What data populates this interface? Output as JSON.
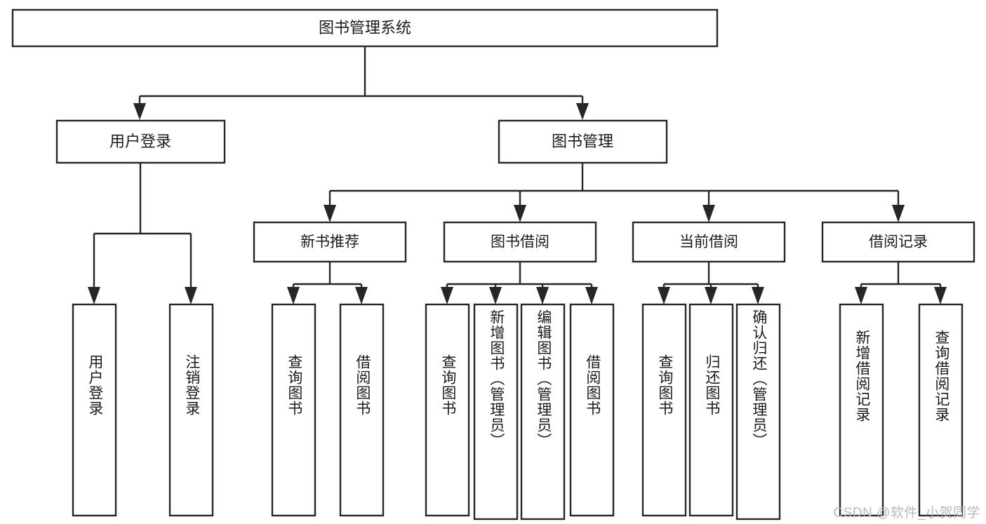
{
  "diagram": {
    "type": "tree-hierarchy",
    "title": "图书管理系统",
    "watermark": "CSDN @软件_小贺同学",
    "colors": {
      "stroke": "#262626",
      "fill": "#ffffff",
      "text": "#1b1b1b",
      "watermark": "#b9b9b9",
      "background": "#ffffff"
    },
    "root": {
      "label": "图书管理系统"
    },
    "level1": [
      {
        "label": "用户登录"
      },
      {
        "label": "图书管理"
      }
    ],
    "level2": [
      {
        "label": "新书推荐"
      },
      {
        "label": "图书借阅"
      },
      {
        "label": "当前借阅"
      },
      {
        "label": "借阅记录"
      }
    ],
    "leaves": {
      "user_login": [
        {
          "label": "用户登录"
        },
        {
          "label": "注销登录"
        }
      ],
      "new_book_recommend": [
        {
          "label": "查询图书"
        },
        {
          "label": "借阅图书"
        }
      ],
      "book_borrow": [
        {
          "label": "查询图书"
        },
        {
          "label": "新增图书（管理员）"
        },
        {
          "label": "编辑图书（管理员）"
        },
        {
          "label": "借阅图书"
        }
      ],
      "current_borrow": [
        {
          "label": "查询图书"
        },
        {
          "label": "归还图书"
        },
        {
          "label": "确认归还（管理员）"
        }
      ],
      "borrow_record": [
        {
          "label": "新增借阅记录"
        },
        {
          "label": "查询借阅记录"
        }
      ]
    }
  }
}
